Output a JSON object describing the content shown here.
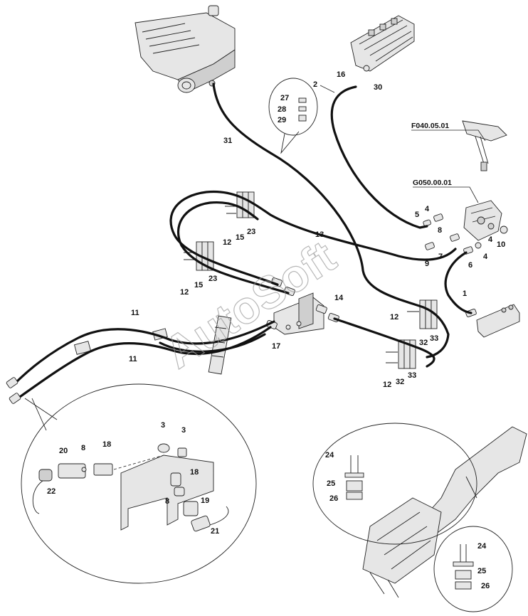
{
  "watermark": "AutoSoft",
  "references": {
    "valve_block": "F040.05.01",
    "valve_unit": "G050.00.01"
  },
  "callouts": {
    "c1": "1",
    "c2": "2",
    "c3a": "3",
    "c3b": "3",
    "c4a": "4",
    "c4b": "4",
    "c4c": "4",
    "c5": "5",
    "c6": "6",
    "c7": "7",
    "c8a": "8",
    "c8b": "8",
    "c8c": "8",
    "c9": "9",
    "c10": "10",
    "c11a": "11",
    "c11b": "11",
    "c12a": "12",
    "c12b": "12",
    "c12c": "12",
    "c12d": "12",
    "c13": "13",
    "c14": "14",
    "c15a": "15",
    "c15b": "15",
    "c16": "16",
    "c17": "17",
    "c18a": "18",
    "c18b": "18",
    "c19": "19",
    "c20": "20",
    "c21": "21",
    "c22": "22",
    "c23a": "23",
    "c23b": "23",
    "c24a": "24",
    "c24b": "24",
    "c25a": "25",
    "c25b": "25",
    "c26a": "26",
    "c26b": "26",
    "c27": "27",
    "c28": "28",
    "c29": "29",
    "c30": "30",
    "c31": "31",
    "c32a": "32",
    "c32b": "32",
    "c33a": "33",
    "c33b": "33"
  }
}
